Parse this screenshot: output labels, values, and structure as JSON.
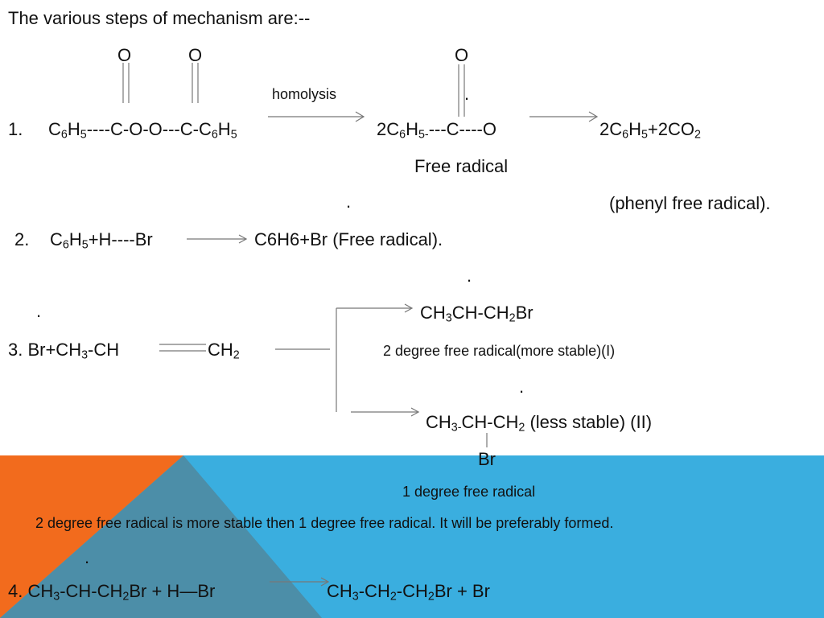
{
  "heading": "The various steps of mechanism are:--",
  "step1": {
    "oxygen_top": [
      "O",
      "O",
      "O"
    ],
    "homolysis_label": "homolysis",
    "dot_top": ".",
    "number": "1.",
    "reactant": [
      "C",
      "6",
      "H",
      "5",
      "----C-O-O---C-C",
      "6",
      "H",
      "5"
    ],
    "intermediate": [
      "2C",
      "6",
      "H",
      "5-",
      "---C----O"
    ],
    "product": [
      "2C",
      "6",
      "H",
      "5",
      "+2CO",
      "2"
    ],
    "free_radical_label": "Free radical",
    "dot_left": ".",
    "phenyl_label": "(phenyl free radical)."
  },
  "step2": {
    "number": "2.",
    "reactant": [
      "C",
      "6",
      "H",
      "5",
      "+H----Br"
    ],
    "product": "C6H6+Br (Free radical).",
    "dot_right": "."
  },
  "step3": {
    "dot_left": ".",
    "product1": [
      "CH",
      "3",
      "CH-CH",
      "2",
      "Br"
    ],
    "reactant": [
      "3. Br+CH",
      "3",
      "-CH"
    ],
    "reactant_ch2": [
      "CH",
      "2"
    ],
    "product1_label": "2 degree free radical(more stable)(I)",
    "dot_mid": ".",
    "product2": [
      "CH",
      "3-",
      "CH-CH",
      "2",
      " (less stable) (II)"
    ],
    "product2_br": "Br",
    "product2_label": "1  degree free radical",
    "conclusion": "2 degree free radical is more stable then 1 degree free radical. It will be preferably formed."
  },
  "step4": {
    "dot": ".",
    "reactant": [
      "4. CH",
      "3",
      "-CH-CH",
      "2",
      "Br + H—Br"
    ],
    "product": [
      "CH",
      "3",
      "-CH",
      "2",
      "-CH",
      "2",
      "Br + Br"
    ]
  },
  "colors": {
    "blue_band": "#3aaedf",
    "orange": "#f26b1d",
    "slate_triangle": "#4c8ea8",
    "arrow": "#777777"
  }
}
